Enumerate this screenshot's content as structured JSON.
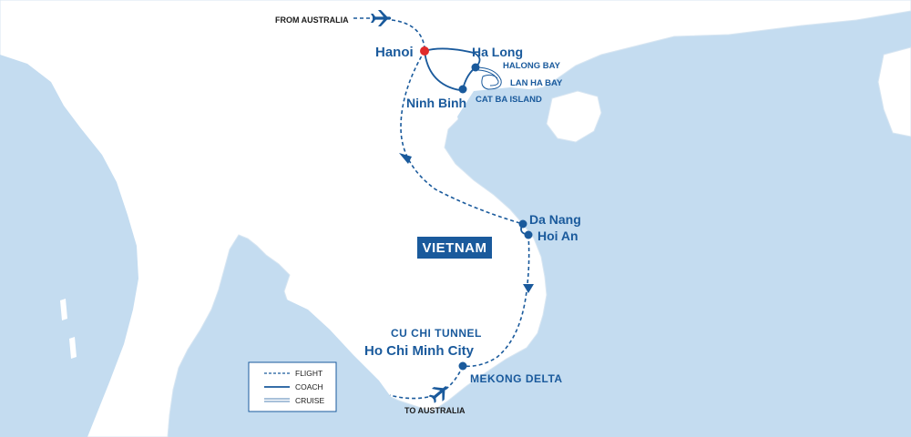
{
  "map": {
    "country_label": "VIETNAM",
    "colors": {
      "sea": "#c4dcf0",
      "land": "#ffffff",
      "route": "#1a5a9c",
      "hanoi_marker": "#e02a2a"
    },
    "places": {
      "hanoi": "Hanoi",
      "ha_long": "Ha Long",
      "halong_bay": "HALONG BAY",
      "lan_ha_bay": "LAN HA BAY",
      "cat_ba_island": "CAT BA ISLAND",
      "ninh_binh": "Ninh Binh",
      "da_nang": "Da Nang",
      "hoi_an": "Hoi An",
      "cu_chi_tunnel": "CU CHI TUNNEL",
      "ho_chi_minh_city": "Ho Chi Minh City",
      "mekong_delta": "MEKONG DELTA"
    },
    "flights": {
      "from": "FROM AUSTRALIA",
      "to": "TO AUSTRALIA"
    },
    "icons": [
      "airplane-icon",
      "direction-arrow-icon",
      "location-marker-icon"
    ]
  },
  "legend": {
    "flight": "FLIGHT",
    "coach": "COACH",
    "cruise": "CRUISE"
  }
}
